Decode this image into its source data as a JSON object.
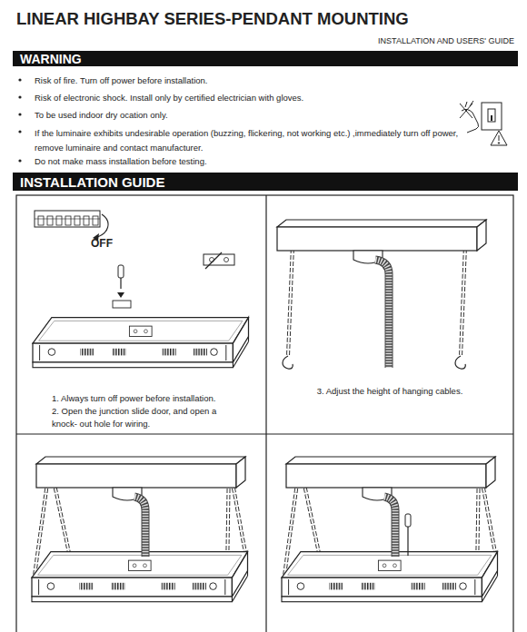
{
  "diagram": {
    "title": "LINEAR HIGHBAY SERIES-PENDANT MOUNTING",
    "nodes": [
      {
        "text": [
          "WARNING"
        ]
      },
      {
        "text": [
          "INSTALLATION GUIDE"
        ]
      },
      {
        "text": [
          "1. Always turn off power before installation.",
          "2. Open the junction slide door, and open a knock- out hole for wiring."
        ]
      },
      {
        "text": [
          "3. Adjust the height of hanging cables."
        ]
      }
    ],
    "labels": [
      "INSTALLATION AND USERS' GUIDE",
      "Risk of fire. Turn off power before installation.",
      "Risk of electronic shock. Install only by certified electrician with gloves.",
      "To be used indoor dry ocation only.",
      "If the luminaire exhibits undesirable operation (buzzing, flickering, not working etc.) ,immediately turn off power, remove luminaire and contact manufacturer.",
      "Do not make mass installation before testing.",
      "OFF"
    ]
  }
}
